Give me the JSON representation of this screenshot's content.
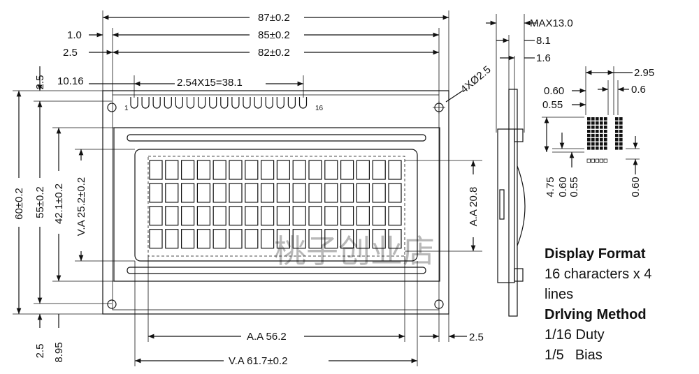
{
  "dimensions": {
    "top": [
      "87±0.2",
      "85±0.2",
      "82±0.2"
    ],
    "left_top": [
      "1.0",
      "2.5"
    ],
    "pin_pitch_label": "10.16",
    "pin_span": "2.54X15=38.1",
    "pin_first": "1",
    "pin_last": "16",
    "holes": "4XØ2.5",
    "vertical": [
      "60±0.2",
      "55±0.2",
      "42.1±0.2",
      "V.A  25.2±0.2",
      "A.A  20.8",
      "2.5"
    ],
    "bottom_left": [
      "2.5",
      "8.95"
    ],
    "bottom": [
      "A.A  56.2",
      "V.A  61.7±0.2",
      "2.5"
    ],
    "side": [
      "MAX13.0",
      "8.1",
      "1.6"
    ],
    "dot": [
      "2.95",
      "0.60",
      "0.6",
      "0.55",
      "4.75",
      "0.60",
      "0.55",
      "0.60"
    ]
  },
  "watermark": "桃子创业店",
  "display_format": {
    "heading": "Display Format",
    "line1": "16 characters x 4",
    "line2": "lines"
  },
  "driving_method": {
    "heading": "Drlving Method",
    "duty_value": "1/16",
    "duty_label": "Duty",
    "bias_value": "1/5",
    "bias_label": "Bias"
  },
  "display_matrix": {
    "columns": 16,
    "rows": 4
  }
}
